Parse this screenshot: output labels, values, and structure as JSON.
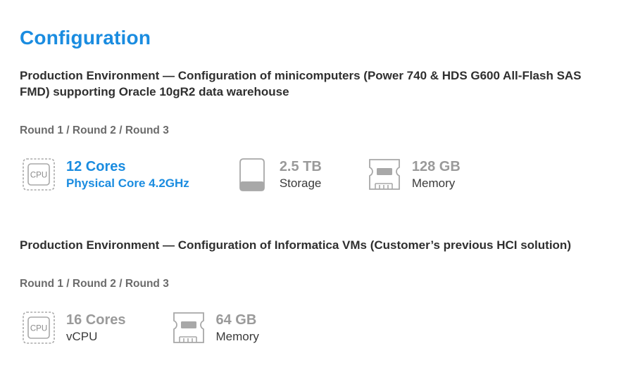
{
  "page": {
    "title": "Configuration"
  },
  "sections": [
    {
      "heading": "Production Environment — Configuration of minicomputers (Power 740 & HDS G600 All-Flash SAS FMD) supporting Oracle 10gR2 data warehouse",
      "rounds": "Round 1 / Round 2 / Round 3",
      "specs": [
        {
          "icon": "cpu-icon",
          "icon_text": "CPU",
          "value": "12 Cores",
          "label": "Physical Core 4.2GHz",
          "highlighted": true
        },
        {
          "icon": "storage-icon",
          "value": "2.5 TB",
          "label": "Storage",
          "highlighted": false
        },
        {
          "icon": "memory-icon",
          "value": "128 GB",
          "label": "Memory",
          "highlighted": false
        }
      ]
    },
    {
      "heading": "Production Environment — Configuration of Informatica VMs (Customer’s previous HCI solution)",
      "rounds": "Round 1 / Round 2 / Round 3",
      "specs": [
        {
          "icon": "cpu-icon",
          "icon_text": "CPU",
          "value": "16 Cores",
          "label": "vCPU",
          "highlighted": false
        },
        {
          "icon": "memory-icon",
          "value": "64 GB",
          "label": "Memory",
          "highlighted": false
        }
      ]
    }
  ],
  "colors": {
    "accent": "#1a8ce0",
    "muted": "#9a9a9a",
    "icon_stroke": "#a8a8a8"
  }
}
